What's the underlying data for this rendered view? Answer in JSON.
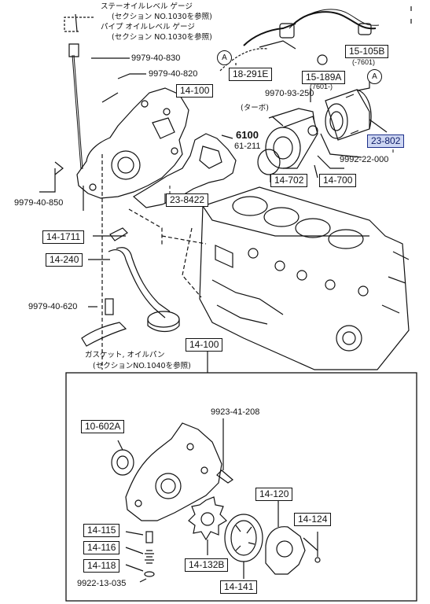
{
  "references": {
    "gauge1": "ステーオイルレベル ゲージ",
    "gauge1_ref": "(セクション NO.1030を参照)",
    "gauge2": "パイプ オイルレベル ゲージ",
    "gauge2_ref": "(セクション NO.1030を参照)",
    "gasket": "ガスケット, オイルパン",
    "gasket_ref": "(セクションNO.1040を参照)",
    "turbo": "(ターボ)"
  },
  "circle_markers": [
    "A",
    "A"
  ],
  "parts_boxed": {
    "p_15_105B": "15-105B",
    "p_18_291E": "18-291E",
    "p_15_189A": "15-189A",
    "p_14_100_top": "14-100",
    "p_23_802": "23-802",
    "p_23_8422": "23-8422",
    "p_14_702": "14-702",
    "p_14_700": "14-700",
    "p_14_1711": "14-1711",
    "p_14_240": "14-240",
    "p_14_100_inset": "14-100",
    "p_10_602A": "10-602A",
    "p_14_120": "14-120",
    "p_14_124": "14-124",
    "p_14_115": "14-115",
    "p_14_116": "14-116",
    "p_14_118": "14-118",
    "p_14_132B": "14-132B",
    "p_14_141": "14-141"
  },
  "parts_plain": {
    "n_9979_40_830": "9979-40-830",
    "n_9979_40_820": "9979-40-820",
    "n_9970_93_250": "9970-93-250",
    "n_9992_22_000": "9992-22-000",
    "n_9979_40_850": "9979-40-850",
    "n_9979_40_620": "9979-40-620",
    "n_9923_41_208": "9923-41-208",
    "n_9922_13_035": "9922-13-035",
    "n_6100": "6100",
    "n_61_211": "61-211"
  },
  "serial_notes": {
    "s_7601_a": "(-7601)",
    "s_7601_b": "(7601-)"
  },
  "colors": {
    "highlight_fill": "#cdd6f2",
    "highlight_border": "#1d2f8a",
    "line": "#111111"
  }
}
